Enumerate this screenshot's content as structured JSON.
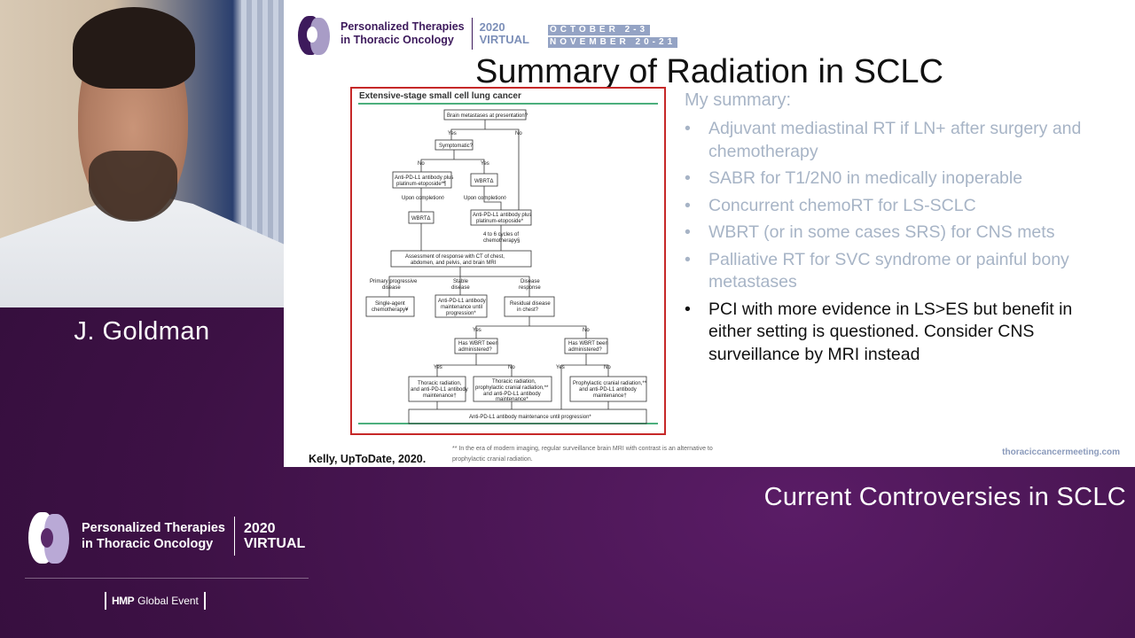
{
  "speaker": {
    "name": "J. Goldman"
  },
  "conference": {
    "name_line1": "Personalized Therapies",
    "name_line2": "in Thoracic Oncology",
    "year": "2020",
    "mode": "VIRTUAL",
    "dates": [
      "OCTOBER 2-3",
      "NOVEMBER 20-21"
    ],
    "website": "thoraciccancermeeting.com",
    "event_brand": "HMP",
    "event_label": "Global Event"
  },
  "slide": {
    "title": "Summary of Radiation in SCLC",
    "summary_heading": "My summary:",
    "bullets": [
      {
        "text": "Adjuvant mediastinal RT if LN+ after surgery and chemotherapy",
        "state": "dim"
      },
      {
        "text": "SABR for T1/2N0 in medically inoperable",
        "state": "dim"
      },
      {
        "text": "Concurrent chemoRT for LS-SCLC",
        "state": "dim"
      },
      {
        "text": "WBRT (or in some cases SRS) for CNS mets",
        "state": "dim"
      },
      {
        "text": "Palliative RT for SVC syndrome or painful bony metastases",
        "state": "dim"
      },
      {
        "text": "PCI with more evidence in LS>ES but benefit in either setting is questioned. Consider CNS surveillance by MRI instead",
        "state": "active"
      }
    ],
    "bullet_glyph": "•",
    "citation": "Kelly, UpToDate, 2020.",
    "footnote": "** In the era of modern imaging, regular surveillance brain MRI with contrast is an alternative to prophylactic cranial radiation."
  },
  "figure": {
    "title": "Extensive-stage small cell lung cancer",
    "nodes": {
      "brain_mets": "Brain metastases at presentation?",
      "yes1": "Yes",
      "no1": "No",
      "symptomatic": "Symptomatic?",
      "no2": "No",
      "yes2": "Yes",
      "anti_pdl1_a_1": "Anti-PD-L1 antibody plus",
      "anti_pdl1_a_2": "platinum-etoposide*¶",
      "wbrt_a": "WBRTΔ",
      "upon1": "Upon completion◊",
      "upon2": "Upon completion◊",
      "wbrt_b": "WBRTΔ",
      "anti_pdl1_b_1": "Anti-PD-L1 antibody plus",
      "anti_pdl1_b_2": "platinum-etoposide*",
      "cycles_1": "4 to 6 cycles of",
      "cycles_2": "chemotherapy§",
      "assess_1": "Assessment of response with CT of chest,",
      "assess_2": "abdomen, and pelvis, and brain MRI",
      "prog_1": "Primary progressive",
      "prog_2": "disease",
      "stable_1": "Stable",
      "stable_2": "disease",
      "resp_1": "Disease",
      "resp_2": "response",
      "single_1": "Single-agent",
      "single_2": "chemotherapy¥",
      "maint_1": "Anti-PD-L1 antibody",
      "maint_2": "maintenance until",
      "maint_3": "progression*",
      "resid_1": "Residual disease",
      "resid_2": "in chest?",
      "yes3": "Yes",
      "no3": "No",
      "hw1_1": "Has WBRT been",
      "hw1_2": "administered?",
      "hw2_1": "Has WBRT been",
      "hw2_2": "administered?",
      "yes4": "Yes",
      "no4": "No",
      "yes5": "Yes",
      "no5": "No",
      "thor_1": "Thoracic radiation,",
      "thor_2": "and anti-PD-L1 antibody",
      "thor_3": "maintenance†",
      "thorpci_1": "Thoracic radiation,",
      "thorpci_2": "prophylactic cranial radiation,**",
      "thorpci_3": "and anti-PD-L1 antibody",
      "thorpci_4": "maintenance*",
      "pci_1": "Prophylactic cranial radiation,**",
      "pci_2": "and anti-PD-L1 antibody",
      "pci_3": "maintenance†",
      "final": "Anti-PD-L1 antibody maintenance until progression*"
    }
  },
  "session": {
    "title": "Current Controversies in SCLC"
  },
  "colors": {
    "purple_band": "#3d1145",
    "brand_purple": "#3d1a5c",
    "dim_text": "#a7b4c6",
    "figure_border": "#c62828",
    "figure_rule": "#4caf7d"
  }
}
